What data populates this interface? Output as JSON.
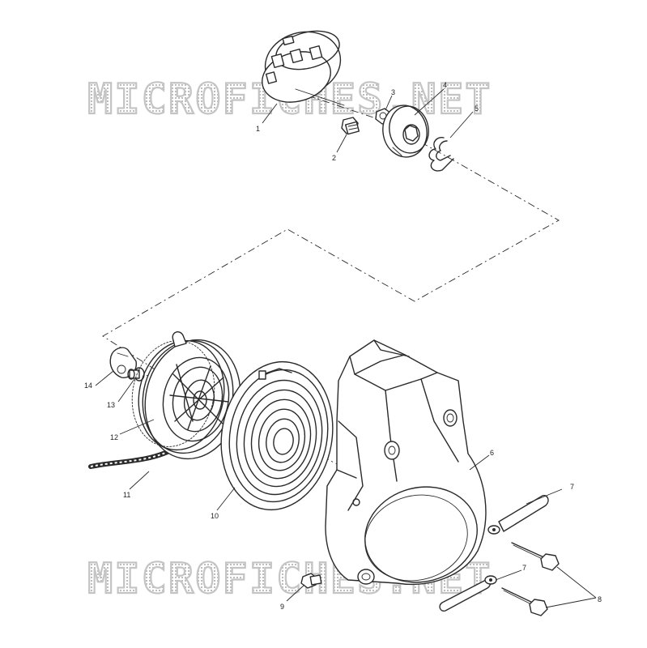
{
  "watermark": {
    "text": "MICROFICHES.NET",
    "color": "#c4c4c4"
  },
  "callouts": [
    {
      "label": "1"
    },
    {
      "label": "2"
    },
    {
      "label": "3"
    },
    {
      "label": "4"
    },
    {
      "label": "5"
    },
    {
      "label": "6"
    },
    {
      "label": "7"
    },
    {
      "label": "7"
    },
    {
      "label": "8"
    },
    {
      "label": "9"
    },
    {
      "label": "10"
    },
    {
      "label": "11"
    },
    {
      "label": "12"
    },
    {
      "label": "13"
    },
    {
      "label": "14"
    }
  ]
}
